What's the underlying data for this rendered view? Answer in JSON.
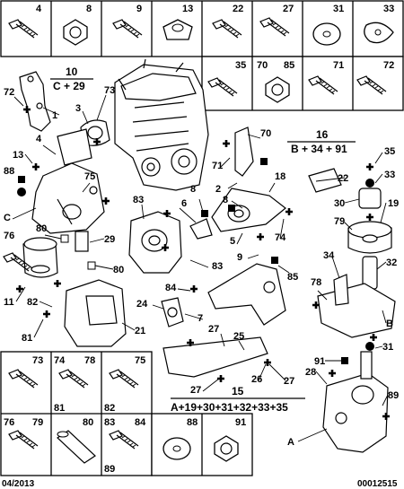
{
  "header_cells": [
    "4",
    "8",
    "9",
    "13",
    "22",
    "27",
    "31",
    "33"
  ],
  "upper_right_cells": [
    "35",
    "70",
    "85",
    "71",
    "72"
  ],
  "bottom_left_cells": [
    {
      "labels": [
        "73"
      ],
      "extra": ""
    },
    {
      "labels": [
        "74",
        "78"
      ],
      "extra": "81"
    },
    {
      "labels": [
        "75"
      ],
      "extra": "82"
    },
    {
      "labels": [
        "76",
        "79"
      ],
      "extra": ""
    },
    {
      "labels": [
        "80"
      ],
      "extra": ""
    },
    {
      "labels": [
        "83",
        "84"
      ],
      "extra": "89"
    },
    {
      "labels": [
        "88"
      ],
      "extra": ""
    },
    {
      "labels": [
        "91"
      ],
      "extra": ""
    }
  ],
  "groups": {
    "g10": {
      "title": "10",
      "formula": "C + 29"
    },
    "g16": {
      "title": "16",
      "formula": "B + 34 + 91"
    },
    "g15": {
      "title": "15",
      "formula": "A+19+30+31+32+33+35"
    }
  },
  "callouts": [
    {
      "t": "72"
    },
    {
      "t": "1"
    },
    {
      "t": "73"
    },
    {
      "t": "3"
    },
    {
      "t": "4"
    },
    {
      "t": "13"
    },
    {
      "t": "88"
    },
    {
      "t": "75"
    },
    {
      "t": "C"
    },
    {
      "t": "80"
    },
    {
      "t": "76"
    },
    {
      "t": "29"
    },
    {
      "t": "80"
    },
    {
      "t": "11"
    },
    {
      "t": "82"
    },
    {
      "t": "81"
    },
    {
      "t": "21"
    },
    {
      "t": "83"
    },
    {
      "t": "6"
    },
    {
      "t": "8"
    },
    {
      "t": "83"
    },
    {
      "t": "24"
    },
    {
      "t": "84"
    },
    {
      "t": "7"
    },
    {
      "t": "27"
    },
    {
      "t": "27"
    },
    {
      "t": "26"
    },
    {
      "t": "25"
    },
    {
      "t": "27"
    },
    {
      "t": "71"
    },
    {
      "t": "70"
    },
    {
      "t": "2"
    },
    {
      "t": "8"
    },
    {
      "t": "18"
    },
    {
      "t": "74"
    },
    {
      "t": "5"
    },
    {
      "t": "9"
    },
    {
      "t": "85"
    },
    {
      "t": "22"
    },
    {
      "t": "35"
    },
    {
      "t": "33"
    },
    {
      "t": "30"
    },
    {
      "t": "79"
    },
    {
      "t": "19"
    },
    {
      "t": "34"
    },
    {
      "t": "32"
    },
    {
      "t": "78"
    },
    {
      "t": "B"
    },
    {
      "t": "31"
    },
    {
      "t": "91"
    },
    {
      "t": "28"
    },
    {
      "t": "89"
    },
    {
      "t": "A"
    }
  ],
  "footer": {
    "date": "04/2013",
    "ref": "00012515"
  }
}
